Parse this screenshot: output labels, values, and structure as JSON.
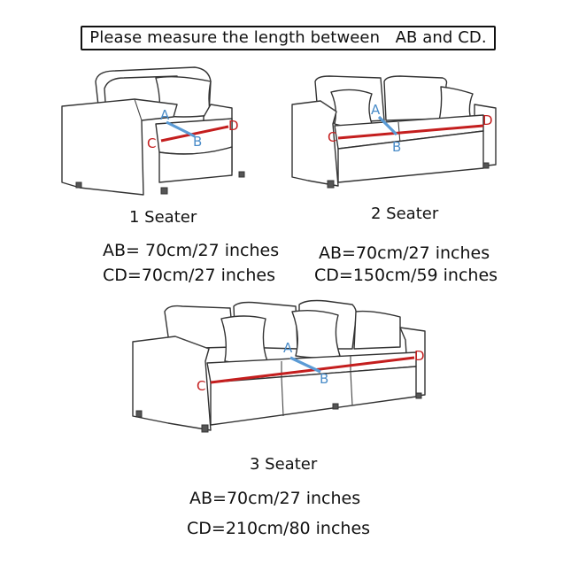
{
  "banner": {
    "text": "Please measure the length between   AB and CD."
  },
  "point_labels": {
    "a": "A",
    "b": "B",
    "c": "C",
    "d": "D"
  },
  "sizes": [
    {
      "name": "1 Seater",
      "ab": "AB= 70cm/27 inches",
      "cd": "CD=70cm/27 inches"
    },
    {
      "name": "2 Seater",
      "ab": "AB=70cm/27 inches",
      "cd": "CD=150cm/59 inches"
    },
    {
      "name": "3 Seater",
      "ab": "AB=70cm/27 inches",
      "cd": "CD=210cm/80 inches"
    }
  ],
  "colors": {
    "cd_line": "#c41e1e",
    "ab_line": "#5b9bd5",
    "outline": "#333333"
  }
}
